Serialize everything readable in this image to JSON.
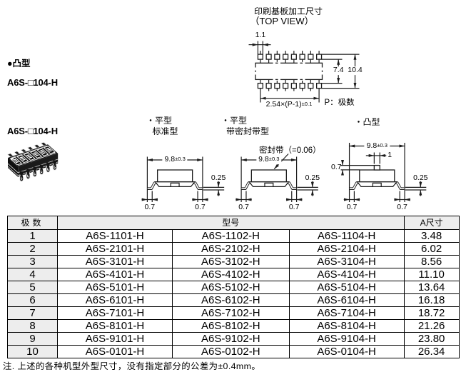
{
  "page": {
    "background": "#ffffff",
    "kind": "component-datasheet"
  },
  "colors": {
    "ink": "#1c1c1c",
    "table_border": "#000000",
    "table_header_bg": "#ededed",
    "table_rowlabel_bg": "#ededed",
    "table_cell_bg": "#ffffff"
  },
  "left_panel": {
    "section_heading": "●凸型",
    "model_code_top": "A6S-□104-H",
    "model_code_bottom": "A6S-□104-H",
    "product_image": "dip-switch-6p-isometric-illustration"
  },
  "pcb_drawing": {
    "title_line1": "印刷基板加工尺寸",
    "title_line2": "（TOP VIEW）",
    "dim_pad_width": "1.1",
    "dim_rows_inner": "7.4",
    "dim_rows_outer": "10.4",
    "dim_pitch": "2.54×(P-1)",
    "dim_pitch_tol": "±0.1",
    "legend": "P：极数"
  },
  "side_views": {
    "flat_standard": {
      "label_line1": "・平型",
      "label_line2": "标准型",
      "dim_width": "9.8",
      "dim_width_tol": "±0.3",
      "dim_lead_thickness": "0.25",
      "dim_foot_left": "0.7",
      "dim_foot_right": "0.7"
    },
    "flat_sealed": {
      "label_line1": "・平型",
      "label_line2": "带密封带型",
      "seal_label": "密封带（=0.06）",
      "dim_width": "9.8",
      "dim_width_tol": "±0.3",
      "dim_lead_thickness": "0.25",
      "dim_foot_left": "0.7",
      "dim_foot_right": "0.7"
    },
    "raised": {
      "label_line1": "・凸型",
      "dim_width": "9.8",
      "dim_width_tol": "±0.3",
      "dim_boss_width": "1",
      "dim_boss_height": "0.7",
      "dim_lead_thickness": "0.25",
      "dim_foot_left": "0.7",
      "dim_foot_right": "0.7"
    }
  },
  "table": {
    "header_poles": "极数",
    "header_model": "型号",
    "header_dim": "A尺寸",
    "rows": [
      {
        "poles": "1",
        "models": [
          "A6S-1101-H",
          "A6S-1102-H",
          "A6S-1104-H"
        ],
        "a": "3.48"
      },
      {
        "poles": "2",
        "models": [
          "A6S-2101-H",
          "A6S-2102-H",
          "A6S-2104-H"
        ],
        "a": "6.02"
      },
      {
        "poles": "3",
        "models": [
          "A6S-3101-H",
          "A6S-3102-H",
          "A6S-3104-H"
        ],
        "a": "8.56"
      },
      {
        "poles": "4",
        "models": [
          "A6S-4101-H",
          "A6S-4102-H",
          "A6S-4104-H"
        ],
        "a": "11.10"
      },
      {
        "poles": "5",
        "models": [
          "A6S-5101-H",
          "A6S-5102-H",
          "A6S-5104-H"
        ],
        "a": "13.64"
      },
      {
        "poles": "6",
        "models": [
          "A6S-6101-H",
          "A6S-6102-H",
          "A6S-6104-H"
        ],
        "a": "16.18"
      },
      {
        "poles": "7",
        "models": [
          "A6S-7101-H",
          "A6S-7102-H",
          "A6S-7104-H"
        ],
        "a": "18.72"
      },
      {
        "poles": "8",
        "models": [
          "A6S-8101-H",
          "A6S-8102-H",
          "A6S-8104-H"
        ],
        "a": "21.26"
      },
      {
        "poles": "9",
        "models": [
          "A6S-9101-H",
          "A6S-9102-H",
          "A6S-9104-H"
        ],
        "a": "23.80"
      },
      {
        "poles": "10",
        "models": [
          "A6S-0101-H",
          "A6S-0102-H",
          "A6S-0104-H"
        ],
        "a": "26.34"
      }
    ]
  },
  "footnote": "注. 上述的各种机型外型尺寸，没有指定部分的公差为±0.4mm。"
}
